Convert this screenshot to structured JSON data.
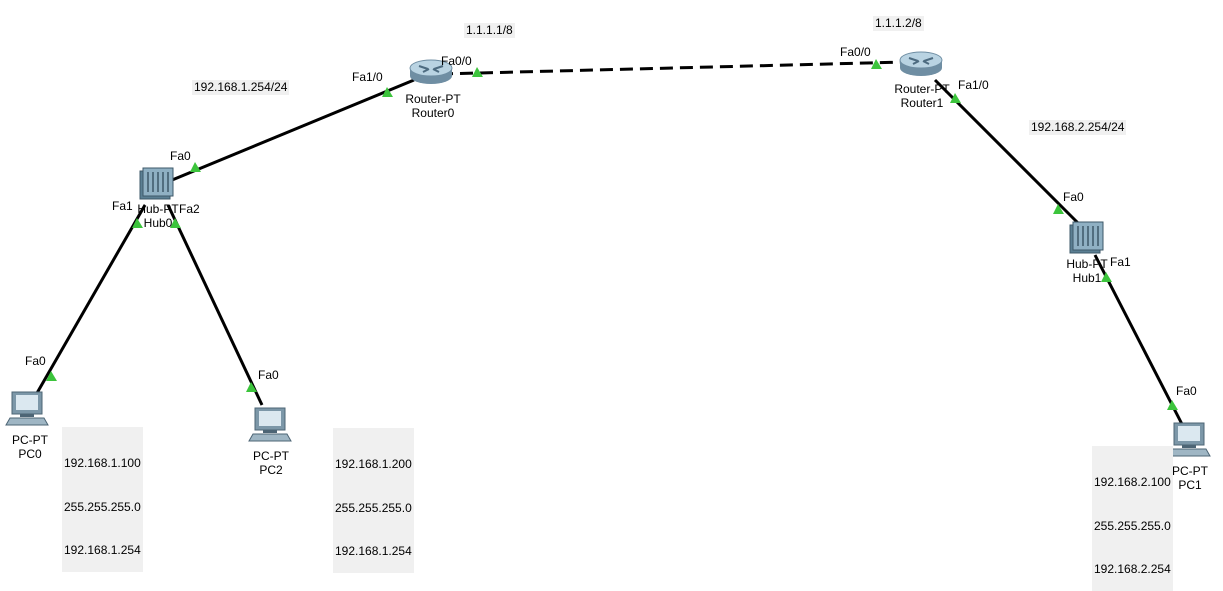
{
  "devices": {
    "router0": {
      "model": "Router-PT",
      "name": "Router0"
    },
    "router1": {
      "model": "Router-PT",
      "name": "Router1"
    },
    "hub0": {
      "model": "Hub-PT",
      "name": "Hub0"
    },
    "hub1": {
      "model": "Hub-PT",
      "name": "Hub1"
    },
    "pc0": {
      "model": "PC-PT",
      "name": "PC0"
    },
    "pc1": {
      "model": "PC-PT",
      "name": "PC1"
    },
    "pc2": {
      "model": "PC-PT",
      "name": "PC2"
    }
  },
  "ports": {
    "r0_fa0_0": "Fa0/0",
    "r0_fa1_0": "Fa1/0",
    "r1_fa0_0": "Fa0/0",
    "r1_fa1_0": "Fa1/0",
    "hub0_fa0": "Fa0",
    "hub0_fa1": "Fa1",
    "hub0_fa2": "Fa2",
    "hub1_fa0": "Fa0",
    "hub1_fa1": "Fa1",
    "pc0_fa0": "Fa0",
    "pc1_fa0": "Fa0",
    "pc2_fa0": "Fa0"
  },
  "notes": {
    "r0_serial_ip": "1.1.1.1/8",
    "r1_serial_ip": "1.1.1.2/8",
    "r0_lan_ip": "192.168.1.254/24",
    "r1_lan_ip": "192.168.2.254/24",
    "pc0_config": [
      "192.168.1.100",
      "255.255.255.0",
      "192.168.1.254"
    ],
    "pc2_config": [
      "192.168.1.200",
      "255.255.255.0",
      "192.168.1.254"
    ],
    "pc1_config": [
      "192.168.2.100",
      "255.255.255.0",
      "192.168.2.254"
    ]
  },
  "colors": {
    "link": "#000000",
    "port_indicator": "#3cc43c",
    "note_bg": "#f0f0f0"
  }
}
